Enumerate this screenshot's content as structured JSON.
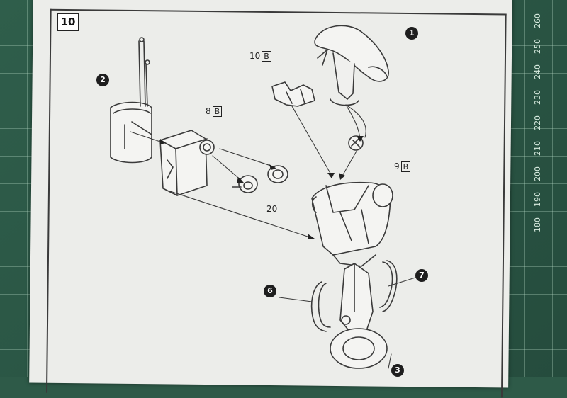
{
  "step_number": "10",
  "parts": {
    "p1": "1",
    "p2": "2",
    "p3": "3",
    "p6": "6",
    "p7": "7",
    "p8_num": "8",
    "p8_letter": "B",
    "p9_num": "9",
    "p9_letter": "B",
    "p10_num": "10",
    "p10_letter": "B",
    "p20": "20"
  },
  "ruler": [
    "260",
    "250",
    "240",
    "230",
    "220",
    "210",
    "200",
    "190",
    "180"
  ]
}
